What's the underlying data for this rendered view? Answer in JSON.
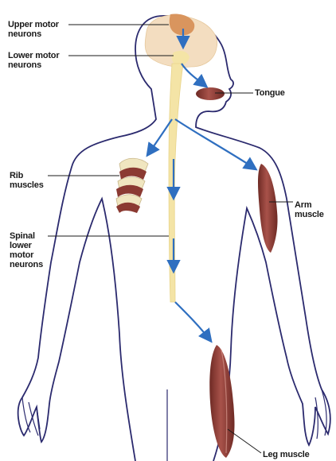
{
  "labels": {
    "upper_motor": [
      "Upper motor",
      "neurons"
    ],
    "lower_motor": [
      "Lower motor",
      "neurons"
    ],
    "tongue": "Tongue",
    "rib": [
      "Rib",
      "muscles"
    ],
    "arm": [
      "Arm",
      "muscle"
    ],
    "spinal": [
      "Spinal",
      "lower",
      "motor",
      "neurons"
    ],
    "leg": "Leg muscle"
  },
  "colors": {
    "outline": "#2b2a6e",
    "brain": "#f3ddc0",
    "brain_region": "#d9955e",
    "spinal_cord": "#f4e4a6",
    "arrow": "#2f6fc0",
    "muscle": "#8b3a32",
    "rib_fill": "#f0e6c0"
  }
}
